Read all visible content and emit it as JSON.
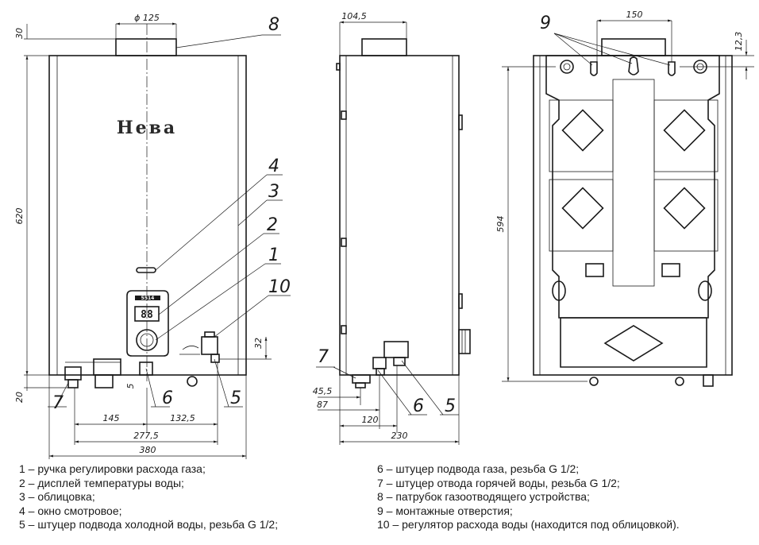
{
  "brand": "Нева",
  "display_label": "5514",
  "display_digits": "88",
  "callouts": [
    "8",
    "4",
    "3",
    "2",
    "1",
    "10",
    "7",
    "6",
    "5",
    "7",
    "6",
    "5",
    "9"
  ],
  "dimensions": {
    "front_phi": "ϕ 125",
    "front_30": "30",
    "front_620": "620",
    "front_32": "32",
    "front_5": "5",
    "front_20": "20",
    "front_145": "145",
    "front_132_5": "132,5",
    "front_277_5": "277,5",
    "front_380": "380",
    "side_104_5": "104,5",
    "side_45_5": "45,5",
    "side_87": "87",
    "side_120": "120",
    "side_230": "230",
    "back_150": "150",
    "back_12_3": "12,3",
    "back_594": "594"
  },
  "legend_left": [
    "1 – ручка регулировки расхода газа;",
    "2 – дисплей температуры воды;",
    "3 – облицовка;",
    "4 – окно смотровое;",
    "5 – штуцер подвода холодной воды, резьба G 1/2;"
  ],
  "legend_right": [
    "6 – штуцер подвода газа, резьба G 1/2;",
    "7 – штуцер отвода горячей воды, резьба G 1/2;",
    "8 – патрубок газоотводящего устройства;",
    "9 – монтажные отверстия;",
    "10 – регулятор расхода воды (находится под облицовкой)."
  ]
}
